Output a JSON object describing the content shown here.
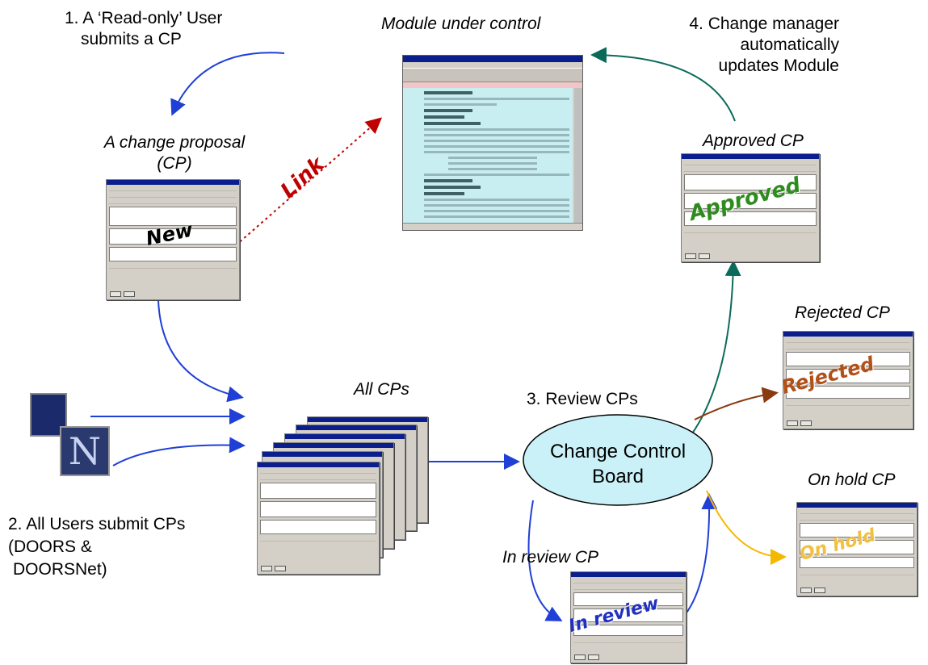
{
  "labels": {
    "step1": [
      "1. A ‘Read-only’ User",
      "submits a CP"
    ],
    "module_under_control": "Module under control",
    "step4": [
      "4. Change manager",
      "automatically",
      "updates Module"
    ],
    "change_proposal": [
      "A change proposal",
      "(CP)"
    ],
    "approved_cp": "Approved CP",
    "rejected_cp": "Rejected CP",
    "all_cps": "All CPs",
    "review_cps": "3. Review CPs",
    "ccb": [
      "Change Control",
      "Board"
    ],
    "on_hold_cp": "On hold CP",
    "step2": [
      "2. All Users submit CPs",
      "(DOORS &",
      "DOORSNet)"
    ],
    "in_review_cp": "In review CP",
    "link": "Link"
  },
  "stamps": {
    "new": "New",
    "approved": "Approved",
    "rejected": "Rejected",
    "on_hold": "On hold",
    "in_review": "In review"
  },
  "browser_icons": {
    "netscape_glyph": "N"
  },
  "colors": {
    "blue_arrow": "#1f3fd6",
    "teal_arrow": "#0b6b5b",
    "brown_arrow": "#8a3a10",
    "yellow_arrow": "#f5b800",
    "link_red": "#c00000",
    "ccb_fill": "#c9f1f7",
    "approved_green": "#2e8b1e",
    "rejected_brown": "#b2501a",
    "on_hold_yellow": "#f2c040",
    "in_review_blue": "#2030c0"
  }
}
